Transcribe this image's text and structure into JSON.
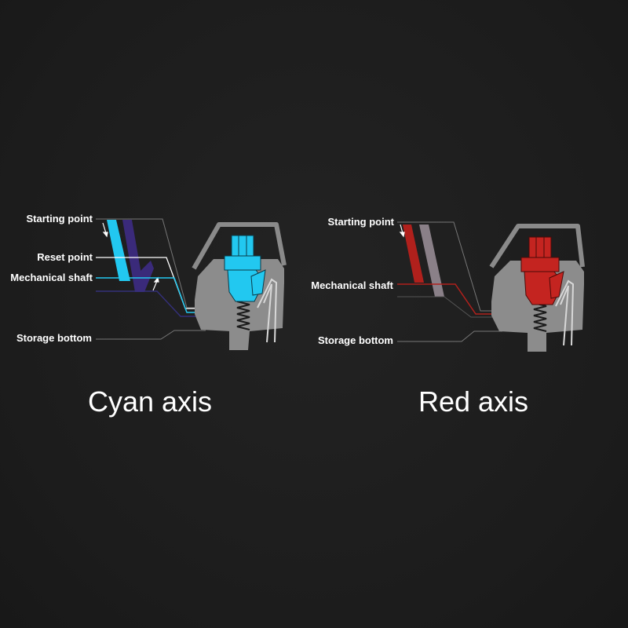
{
  "colors": {
    "background": "#1e1e1e",
    "cyan_accent": "#22c8f0",
    "cyan_secondary": "#3a2a7a",
    "red_accent": "#b0201c",
    "red_secondary": "#8a8088",
    "housing": "#8a8a8a",
    "outline": "#c8c8c8"
  },
  "cyan_switch": {
    "title": "Cyan axis",
    "labels": {
      "starting_point": "Starting point",
      "reset_point": "Reset point",
      "mechanical_shaft": "Mechanical shaft",
      "storage_bottom": "Storage bottom"
    },
    "icon": "mechanical-switch-cross-section-icon"
  },
  "red_switch": {
    "title": "Red axis",
    "labels": {
      "starting_point": "Starting point",
      "mechanical_shaft": "Mechanical shaft",
      "storage_bottom": "Storage bottom"
    },
    "icon": "mechanical-switch-cross-section-icon"
  }
}
